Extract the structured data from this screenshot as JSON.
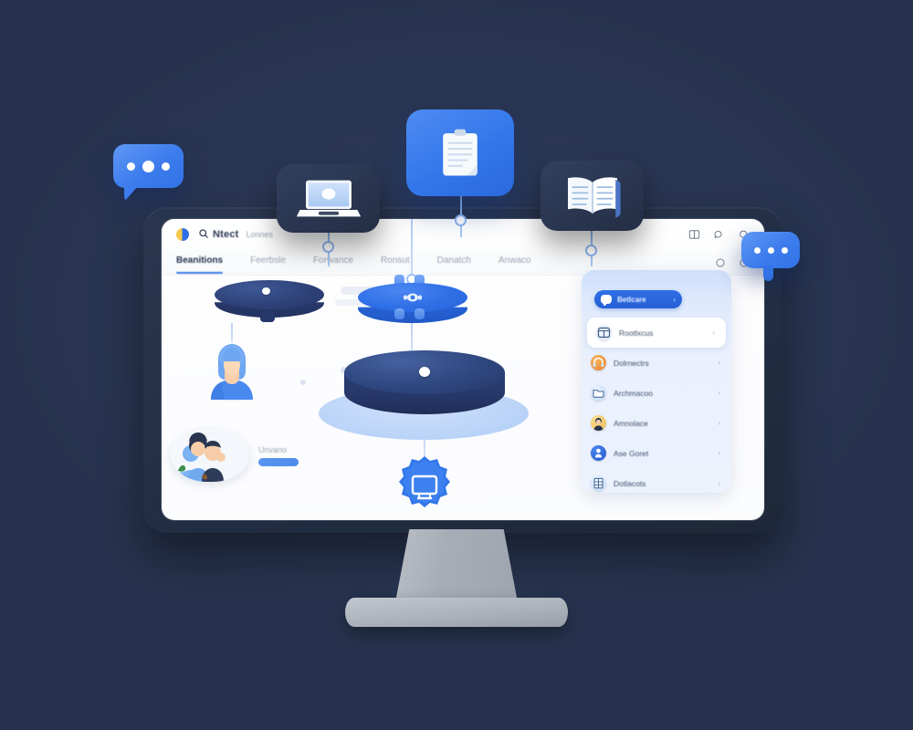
{
  "theme": {
    "background": "#27334e",
    "bezel": "#27334e",
    "accent_blue": "#2f6fe6",
    "light_blue": "#bcd5f8",
    "navy_deep": "#26376a",
    "stand_gray": "#aab0b9",
    "panel_blue": "#dfeafc"
  },
  "topbar": {
    "logo_name": "brand-logo",
    "search_icon": "search-icon",
    "brand": "Ntect",
    "brand_sub": "Lonnes",
    "icons": [
      {
        "name": "book-open-icon",
        "glyph": "book"
      },
      {
        "name": "chat-bubble-icon",
        "glyph": "chat"
      },
      {
        "name": "help-circle-icon",
        "glyph": "help"
      }
    ]
  },
  "nav": {
    "tabs": [
      {
        "label": "Beanitions",
        "active": true,
        "name": "tab-beanitions"
      },
      {
        "label": "Feerbsle",
        "active": false,
        "name": "tab-feerbsle"
      },
      {
        "label": "Forwance",
        "active": false,
        "name": "tab-forwance"
      },
      {
        "label": "Ronsut",
        "active": false,
        "name": "tab-ronsut"
      },
      {
        "label": "Danatch",
        "active": false,
        "name": "tab-danatch"
      },
      {
        "label": "Anwaco",
        "active": false,
        "name": "tab-anwaco"
      }
    ],
    "icons": [
      {
        "name": "circle-outline-icon",
        "glyph": "circle"
      },
      {
        "name": "message-dot-icon",
        "glyph": "msgdot"
      }
    ]
  },
  "canvas": {
    "nodes": [
      {
        "name": "node-dark-disc",
        "label": "dark disc platform"
      },
      {
        "name": "node-avatar",
        "label": "user avatar"
      },
      {
        "name": "node-blue-disc",
        "label": "blue gear disc"
      },
      {
        "name": "node-cylinder",
        "label": "navy data cylinder"
      },
      {
        "name": "node-monitor-badge",
        "label": "monitor badge"
      }
    ],
    "group": {
      "label": "Unvano",
      "button_label": "",
      "name": "group-photo"
    }
  },
  "side_panel": {
    "header": {
      "label": "Betlcare",
      "chevron": "›",
      "icon": "chat-square-icon"
    },
    "items": [
      {
        "label": "Rootlxcus",
        "icon": "window-icon",
        "icon_color": "#e6effb",
        "selected": true,
        "chevron": "›"
      },
      {
        "label": "Dolrnectrs",
        "icon": "headset-icon",
        "icon_color": "#f09a3e",
        "selected": false,
        "chevron": "›"
      },
      {
        "label": "Archmacoo",
        "icon": "folder-icon",
        "icon_color": "#d3e6fb",
        "selected": false,
        "chevron": "›"
      },
      {
        "label": "Amnolace",
        "icon": "person-photo-icon",
        "icon_color": "#f4c96a",
        "selected": false,
        "chevron": "›"
      },
      {
        "label": "Ase Goret",
        "icon": "user-badge-icon",
        "icon_color": "#2f6fe6",
        "selected": false,
        "chevron": "›"
      },
      {
        "label": "Dotlacots",
        "icon": "building-icon",
        "icon_color": "#d3e6fb",
        "selected": false,
        "chevron": "›"
      }
    ]
  },
  "floating_cards": [
    {
      "name": "card-laptop",
      "icon": "laptop-icon",
      "style": "navy"
    },
    {
      "name": "card-document",
      "icon": "document-icon",
      "style": "blue"
    },
    {
      "name": "card-book",
      "icon": "book-icon",
      "style": "navy"
    }
  ],
  "chat_bubbles": [
    {
      "name": "chat-bubble-left",
      "dots": 3,
      "tail": "bottom-left"
    },
    {
      "name": "chat-bubble-right",
      "dots": 3,
      "tail": "bottom-center"
    }
  ]
}
